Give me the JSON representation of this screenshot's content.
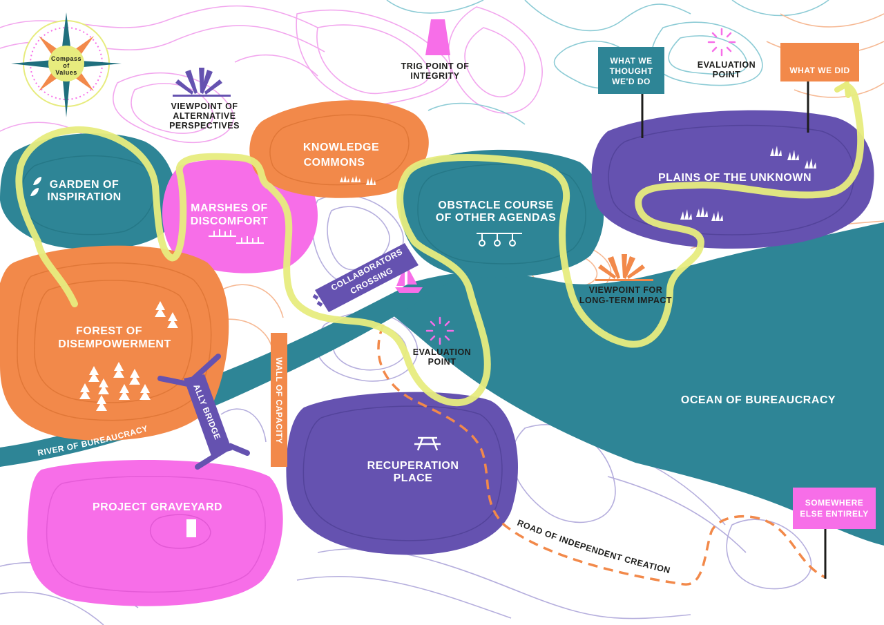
{
  "colors": {
    "teal": "#2e8596",
    "orange": "#f2894a",
    "pink": "#f76ee8",
    "purple": "#6552b0",
    "yellow": "#e7ec7e",
    "dark": "#1d1d1b",
    "contour_pink": "#f2a6ee",
    "contour_teal": "#8ccbd5",
    "contour_orange": "#f6b994",
    "contour_purple": "#b5aedd"
  },
  "compass": {
    "l1": "Compass",
    "l2": "of",
    "l3": "Values"
  },
  "regions": {
    "garden": {
      "l1": "GARDEN OF",
      "l2": "INSPIRATION"
    },
    "marshes": {
      "l1": "MARSHES OF",
      "l2": "DISCOMFORT"
    },
    "knowledge": {
      "l1": "KNOWLEDGE",
      "l2": "COMMONS"
    },
    "obstacle": {
      "l1": "OBSTACLE COURSE",
      "l2": "OF OTHER AGENDAS"
    },
    "plains": {
      "l1": "PLAINS OF THE UNKNOWN"
    },
    "forest": {
      "l1": "FOREST OF",
      "l2": "DISEMPOWERMENT"
    },
    "graveyard": {
      "l1": "PROJECT GRAVEYARD"
    },
    "recuperation": {
      "l1": "RECUPERATION",
      "l2": "PLACE"
    },
    "ocean": {
      "l1": "OCEAN OF BUREAUCRACY"
    }
  },
  "landmarks": {
    "viewpoint_alt": {
      "l1": "VIEWPOINT OF",
      "l2": "ALTERNATIVE",
      "l3": "PERSPECTIVES"
    },
    "trig": {
      "l1": "TRIG POINT OF",
      "l2": "INTEGRITY"
    },
    "eval_top": {
      "l1": "EVALUATION",
      "l2": "POINT"
    },
    "eval_mid": {
      "l1": "EVALUATION",
      "l2": "POINT"
    },
    "viewpoint_lt": {
      "l1": "VIEWPOINT FOR",
      "l2": "LONG-TERM IMPACT"
    }
  },
  "signs": {
    "thought": {
      "l1": "WHAT WE",
      "l2": "THOUGHT",
      "l3": "WE'D DO"
    },
    "did": {
      "l1": "WHAT WE DID"
    },
    "somewhere": {
      "l1": "SOMEWHERE",
      "l2": "ELSE ENTIRELY"
    },
    "collaborators": {
      "l1": "COLLABORATORS",
      "l2": "CROSSING"
    },
    "wall": {
      "l1": "WALL OF CAPACITY"
    },
    "ally": {
      "l1": "ALLY BRIDGE"
    }
  },
  "features": {
    "river": "RIVER OF BUREAUCRACY",
    "road": "ROAD OF INDEPENDENT CREATION"
  }
}
